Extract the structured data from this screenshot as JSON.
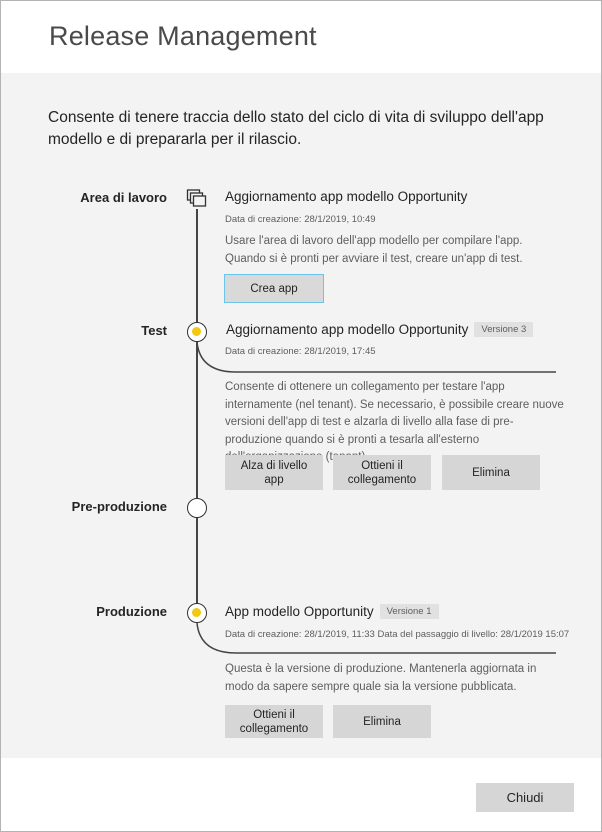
{
  "dialog": {
    "title": "Release Management",
    "intro": "Consente di tenere traccia dello stato del ciclo di vita di sviluppo dell'app modello e di prepararla per il rilascio.",
    "close_label": "Chiudi"
  },
  "stages": {
    "workspace": {
      "label": "Area di lavoro",
      "card_title": "Aggiornamento app modello Opportunity",
      "created": "Data di creazione: 28/1/2019, 10:49",
      "description": "Usare l'area di lavoro dell'app modello per compilare l'app. Quando si è pronti per avviare il test, creare un'app di test.",
      "create_button": "Crea app"
    },
    "test": {
      "label": "Test",
      "card_title": "Aggiornamento app modello Opportunity",
      "version_badge": "Versione 3",
      "created": "Data di creazione: 28/1/2019, 17:45",
      "description": "Consente di ottenere un collegamento per testare l'app internamente (nel tenant). Se necessario, è possibile creare nuove versioni dell'app di test e alzarla di livello alla fase di pre-produzione quando si è pronti a tesarla all'esterno dell'organizzazione (tenant).",
      "promote_button": "Alza di livello app",
      "get_link_button": "Ottieni il collegamento",
      "delete_button": "Elimina"
    },
    "preproduction": {
      "label": "Pre-produzione"
    },
    "production": {
      "label": "Produzione",
      "card_title": "App modello Opportunity",
      "version_badge": "Versione 1",
      "created": "Data di creazione: 28/1/2019, 11:33 Data del passaggio di livello: 28/1/2019 15:07",
      "description": "Questa è la versione di produzione. Mantenerla aggiornata in modo da sapere sempre quale sia la versione pubblicata.",
      "get_link_button": "Ottieni il collegamento",
      "delete_button": "Elimina"
    }
  },
  "colors": {
    "active_dot": "#f2c811",
    "panel_background": "#f3f3f3",
    "button_background": "#d6d6d6",
    "focus_border": "#6ac5e9"
  },
  "icons": {
    "workspace": "workspace-stack-icon"
  }
}
